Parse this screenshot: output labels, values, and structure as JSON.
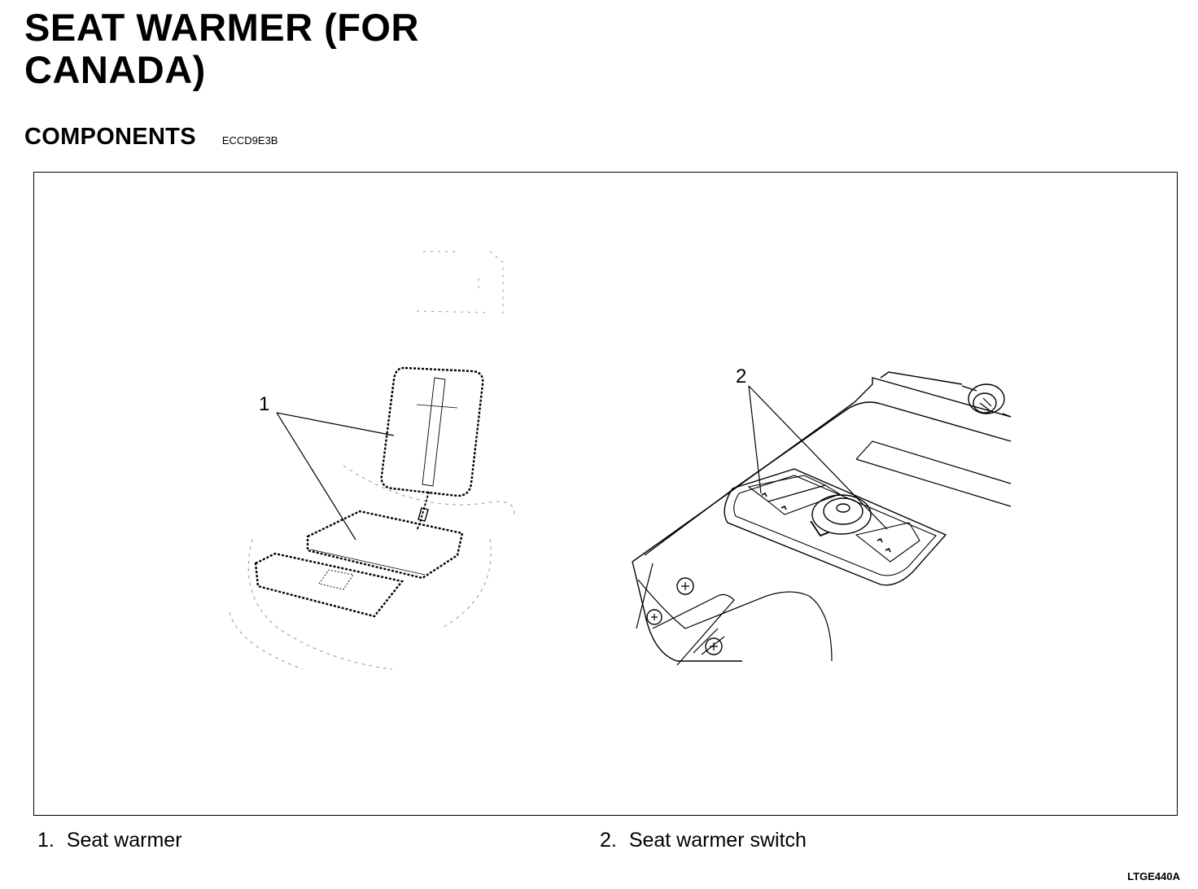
{
  "title_lines": [
    "SEAT  WARMER  (FOR",
    "CANADA)"
  ],
  "section": {
    "title": "COMPONENTS",
    "code": "ECCD9E3B"
  },
  "figure": {
    "callouts": [
      "1",
      "2"
    ],
    "captions": [
      {
        "number": "1.",
        "label": "Seat warmer"
      },
      {
        "number": "2.",
        "label": "Seat warmer switch"
      }
    ],
    "figure_code": "LTGE440A"
  }
}
